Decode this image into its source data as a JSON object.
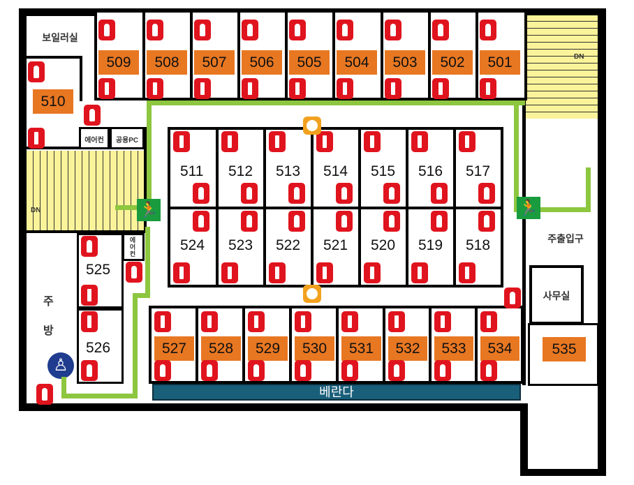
{
  "rooms_top": [
    "509",
    "508",
    "507",
    "506",
    "505",
    "504",
    "503",
    "502",
    "501"
  ],
  "room_510": "510",
  "rooms_center_top": [
    "511",
    "512",
    "513",
    "514",
    "515",
    "516",
    "517"
  ],
  "rooms_center_bottom": [
    "524",
    "523",
    "522",
    "521",
    "520",
    "519",
    "518"
  ],
  "rooms_bottom": [
    "527",
    "528",
    "529",
    "530",
    "531",
    "532",
    "533",
    "534"
  ],
  "room_525": "525",
  "room_526": "526",
  "room_535": "535",
  "labels": {
    "boiler": "보일러실",
    "aircon": "에어컨",
    "public_pc": "공용PC",
    "aircon_small": "에어컨",
    "kitchen_1": "주",
    "kitchen_2": "방",
    "main_entrance": "주출입구",
    "office": "사무실",
    "veranda": "베란다",
    "stairs_left": "DN",
    "stairs_right": "DN"
  },
  "colors": {
    "orange": "#e87722",
    "exit_path": "#8dc63f",
    "veranda": "#1a5f7a",
    "extinguisher": "#e0141e"
  }
}
